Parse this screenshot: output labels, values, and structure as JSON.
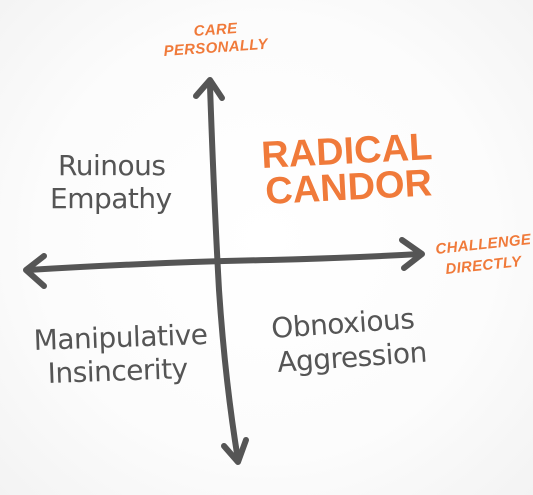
{
  "axes": {
    "y_label_line1": "CARE",
    "y_label_line2": "PERSONALLY",
    "x_label_line1": "CHALLENGE",
    "x_label_line2": "DIRECTLY"
  },
  "quadrants": {
    "top_left": [
      "Ruinous",
      "Empathy"
    ],
    "top_right": [
      "RADICAL",
      "CANDOR"
    ],
    "bottom_left": [
      "Manipulative",
      "Insincerity"
    ],
    "bottom_right": [
      "Obnoxious",
      "Aggression"
    ]
  },
  "colors": {
    "accent": "#f07a3a",
    "axis": "#555555",
    "text": "#555555"
  }
}
